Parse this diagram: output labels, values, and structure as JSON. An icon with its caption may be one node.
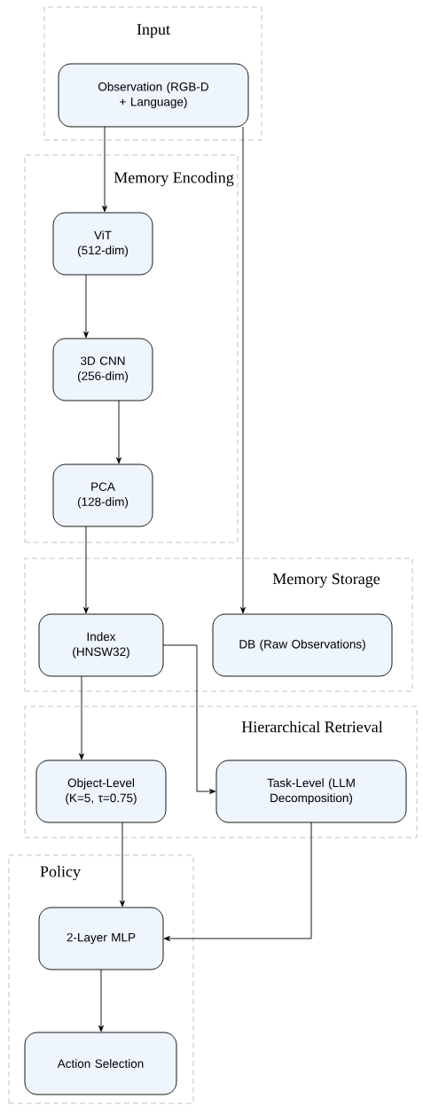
{
  "diagram": {
    "nodes": [
      {
        "text": [
          "Input"
        ]
      },
      {
        "text": [
          "Observation (RGB-D + Language)"
        ],
        "in": 0
      },
      {
        "text": [
          "Memory Encoding"
        ]
      },
      {
        "text": [
          "ViT (512-dim)"
        ],
        "in": 2
      },
      {
        "text": [
          "3D CNN (256-dim)"
        ],
        "in": 2
      },
      {
        "text": [
          "PCA (128-dim)"
        ],
        "in": 2
      },
      {
        "text": [
          "Memory Storage"
        ]
      },
      {
        "text": [
          "Index (HNSW32)"
        ],
        "in": 6
      },
      {
        "text": [
          "DB (Raw Observations)"
        ],
        "in": 6
      },
      {
        "text": [
          "Hierarchical Retrieval"
        ]
      },
      {
        "text": [
          "Object-Level (K=5, τ=0.75)"
        ],
        "in": 9
      },
      {
        "text": [
          "Task-Level (LLM Decomposition)"
        ],
        "in": 9
      },
      {
        "text": [
          "Policy"
        ]
      },
      {
        "text": [
          "2-Layer MLP"
        ],
        "in": 12
      },
      {
        "text": [
          "Action Selection"
        ],
        "in": 12
      }
    ],
    "edges": [
      {
        "from": 1,
        "to": 3,
        "arrow": "to"
      },
      {
        "from": 1,
        "to": 8,
        "arrow": "to"
      },
      {
        "from": 3,
        "to": 4,
        "arrow": "to"
      },
      {
        "from": 4,
        "to": 5,
        "arrow": "to"
      },
      {
        "from": 5,
        "to": 7,
        "arrow": "to"
      },
      {
        "from": 7,
        "to": 10,
        "arrow": "to"
      },
      {
        "from": 7,
        "to": 11,
        "arrow": "to"
      },
      {
        "from": 10,
        "to": 13,
        "arrow": "to"
      },
      {
        "from": 11,
        "to": 13,
        "arrow": "to"
      },
      {
        "from": 13,
        "to": 14,
        "arrow": "to"
      }
    ]
  }
}
